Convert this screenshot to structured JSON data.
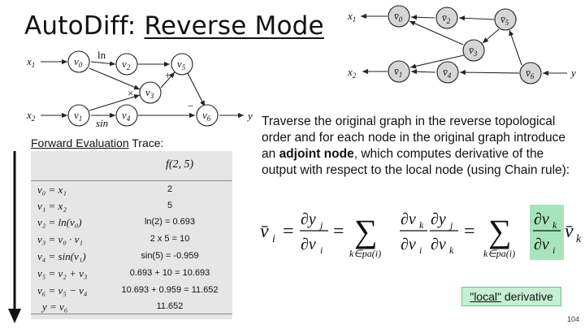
{
  "title": {
    "prefix": "AutoDiff: ",
    "emph": "Reverse Mode"
  },
  "forward_graph": {
    "inputs": [
      {
        "label": "x",
        "sub": "1"
      },
      {
        "label": "x",
        "sub": "2"
      }
    ],
    "nodes": [
      {
        "label": "v",
        "sub": "0"
      },
      {
        "label": "v",
        "sub": "1"
      },
      {
        "label": "v",
        "sub": "2"
      },
      {
        "label": "v",
        "sub": "3"
      },
      {
        "label": "v",
        "sub": "4"
      },
      {
        "label": "v",
        "sub": "5"
      },
      {
        "label": "v",
        "sub": "6"
      }
    ],
    "edge_labels": {
      "ln": "ln",
      "sin": "sin",
      "times": "×",
      "plus": "+",
      "minus": "−"
    },
    "output": "y"
  },
  "adjoint_graph": {
    "nodes": [
      {
        "label": "v̄",
        "sub": "0"
      },
      {
        "label": "v̄",
        "sub": "1"
      },
      {
        "label": "v̄",
        "sub": "2"
      },
      {
        "label": "v̄",
        "sub": "3"
      },
      {
        "label": "v̄",
        "sub": "4"
      },
      {
        "label": "v̄",
        "sub": "5"
      },
      {
        "label": "v̄",
        "sub": "6"
      }
    ],
    "inputs": [
      {
        "label": "x",
        "sub": "1"
      },
      {
        "label": "x",
        "sub": "2"
      }
    ],
    "output": "y"
  },
  "forward_trace": {
    "label_underlined": "Forward Evaluation",
    "label_rest": " Trace:",
    "header": "f(2, 5)",
    "rows": [
      {
        "lhs": "v₀ = x₁",
        "rhs": "2"
      },
      {
        "lhs": "v₁ = x₂",
        "rhs": "5"
      },
      {
        "lhs": "v₂ = ln(v₀)",
        "rhs": "ln(2) = 0.693"
      },
      {
        "lhs": "v₃ = v₀ · v₁",
        "rhs": "2 x 5 = 10"
      },
      {
        "lhs": "v₄ = sin(v₁)",
        "rhs": "sin(5) = -0.959"
      },
      {
        "lhs": "v₅ = v₂ + v₃",
        "rhs": "0.693 + 10 = 10.693"
      },
      {
        "lhs": "v₆ = v₅ − v₄",
        "rhs": "10.693 + 0.959 = 11.652"
      },
      {
        "lhs": "y = v₆",
        "rhs": "11.652"
      }
    ]
  },
  "description": {
    "part1": "Traverse the original graph in the reverse topological order and for each node in the original graph introduce an ",
    "bold": "adjoint node",
    "part2": ", which computes derivative of the output with respect to the local node (using Chain rule):"
  },
  "formula": {
    "lhs": "v̄",
    "lhs_sub": "i",
    "dy": "∂y",
    "dy_sub": "j",
    "dv": "∂v",
    "sum_sub": "k∈pa(i)"
  },
  "local_note": {
    "quoted": "\"local\"",
    "rest": " derivative"
  },
  "page_number": "104"
}
